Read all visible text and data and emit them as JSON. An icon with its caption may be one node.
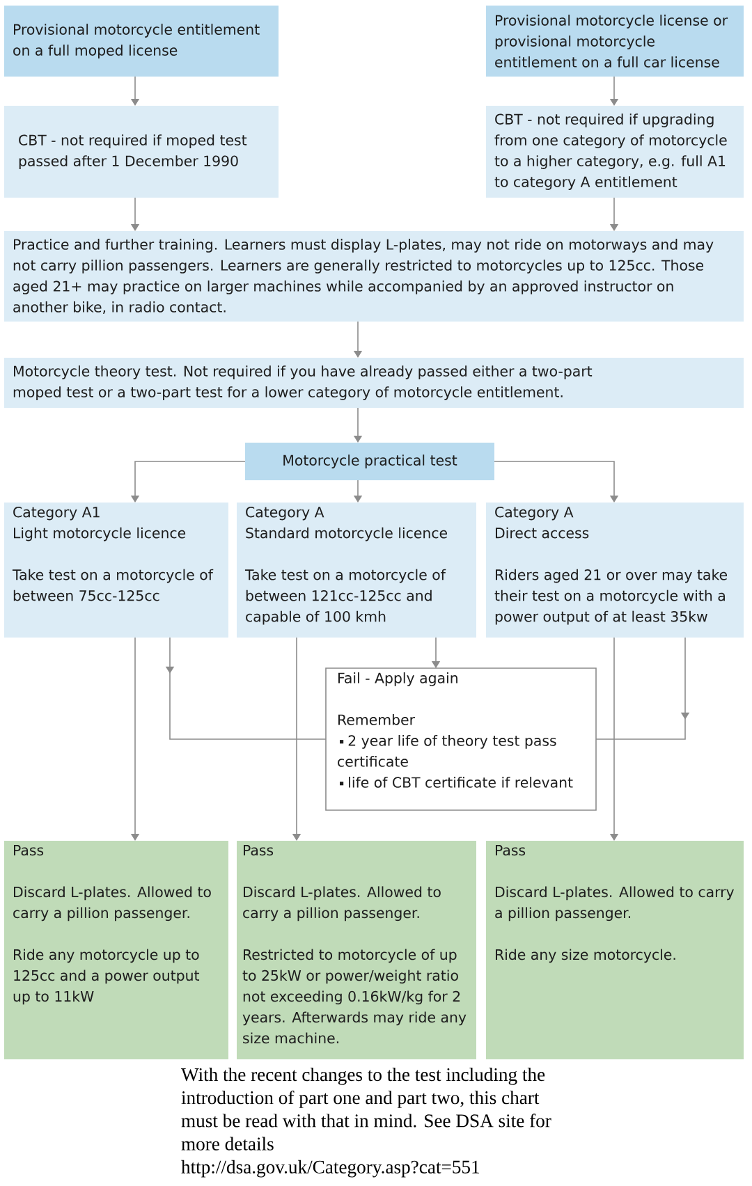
{
  "diagram": {
    "caption": "With the recent changes to the test including the introduction of part one and part two, this chart must be read with that in mind. See DSA site for more details",
    "nodes": [
      {
        "text": [
          "Provisional motorcycle entitlement on a full moped license"
        ]
      },
      {
        "text": [
          "Provisional motorcycle license or provisional motorcycle entitlement on a full car license"
        ]
      },
      {
        "text": [
          "CBT - not required if moped test passed after 1 December 1990"
        ]
      },
      {
        "text": [
          "CBT - not required if upgrading from one category of motorcycle to a higher category, e.g. full A1 to category A entitlement"
        ]
      },
      {
        "text": [
          "Practice and further training. Learners must display L-plates, may not ride on motorways and may not carry pillion passengers. Learners are generally restricted to motorcycles up to 125cc. Those aged 21+ may practice on larger machines while accompanied by an approved instructor on another bike, in radio contact."
        ]
      },
      {
        "text": [
          "Motorcycle theory test. Not required if you have already passed either a two-part moped test or a two-part test for a lower category of motorcycle entitlement."
        ]
      },
      {
        "text": [
          "Motorcycle practical test"
        ]
      },
      {
        "text": [
          "Category A1",
          "Light motorcycle licence",
          "Take test on a motorcycle of between 75cc-125cc"
        ]
      },
      {
        "text": [
          "Category A",
          "Standard motorcycle licence",
          "Take test on a motorcycle of between 121cc-125cc and capable of 100 kmh"
        ]
      },
      {
        "text": [
          "Category A",
          "Direct access",
          "Riders aged 21 or over may take their test on a motorcycle with a power output of at least 35kw"
        ]
      },
      {
        "text": [
          "Fail - Apply again",
          "Remember",
          "2 year life of theory test pass certificate",
          "life of CBT certificate if relevant"
        ]
      },
      {
        "text": [
          "Pass",
          "Discard L-plates. Allowed to carry a pillion passenger.",
          "Ride any motorcycle up to 125cc and a power output up to 11kW"
        ]
      },
      {
        "text": [
          "Pass",
          "Discard L-plates. Allowed to carry a pillion passenger.",
          "Restricted to motorcycle of up to 25kW or power/weight ratio not exceeding 0.16kW/kg for 2 years. Afterwards may ride any size machine."
        ]
      },
      {
        "text": [
          "Pass",
          "Discard L-plates. Allowed to carry a pillion passenger.",
          "Ride any size motorcycle."
        ]
      }
    ],
    "edges": [
      {
        "from": 0,
        "to": 2,
        "arrow": "to"
      },
      {
        "from": 1,
        "to": 3,
        "arrow": "to"
      },
      {
        "from": 2,
        "to": 4,
        "arrow": "to"
      },
      {
        "from": 3,
        "to": 4,
        "arrow": "to"
      },
      {
        "from": 4,
        "to": 5,
        "arrow": "to"
      },
      {
        "from": 5,
        "to": 6,
        "arrow": "to"
      },
      {
        "from": 6,
        "to": 7,
        "arrow": "to"
      },
      {
        "from": 6,
        "to": 8,
        "arrow": "to"
      },
      {
        "from": 6,
        "to": 9,
        "arrow": "to"
      },
      {
        "from": 7,
        "to": 10,
        "arrow": "to"
      },
      {
        "from": 7,
        "to": 11,
        "arrow": "to"
      },
      {
        "from": 8,
        "to": 10,
        "arrow": "to"
      },
      {
        "from": 8,
        "to": 12,
        "arrow": "to"
      },
      {
        "from": 9,
        "to": 10,
        "arrow": "to"
      },
      {
        "from": 9,
        "to": 13,
        "arrow": "to"
      }
    ],
    "labels": [
      "http://dsa.gov.uk/Category.asp?cat=551"
    ]
  }
}
